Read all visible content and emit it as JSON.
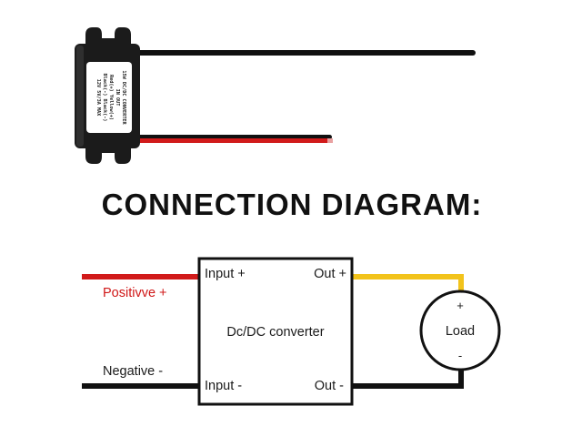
{
  "title": "CONNECTION DIAGRAM:",
  "product_label": {
    "lines": [
      "15W DC/DC CONVERTER",
      "IN    OUT",
      "Red(+)   Yellow(+)",
      "Black(-)  Black(-)",
      "12V   5V/3A  MAX"
    ]
  },
  "converter": {
    "name": "Dc/DC converter",
    "input_positive": "Input +",
    "input_negative": "Input -",
    "output_positive": "Out +",
    "output_negative": "Out -"
  },
  "wires": {
    "positive_label": "Positivve +",
    "negative_label": "Negative -"
  },
  "load": {
    "label": "Load",
    "plus": "+",
    "minus": "-"
  },
  "colors": {
    "positive_wire": "#d11a1a",
    "negative_wire": "#111111",
    "output_positive_wire": "#f2c31b",
    "module_body": "#1b1b1b",
    "module_label_bg": "#ffffff"
  }
}
